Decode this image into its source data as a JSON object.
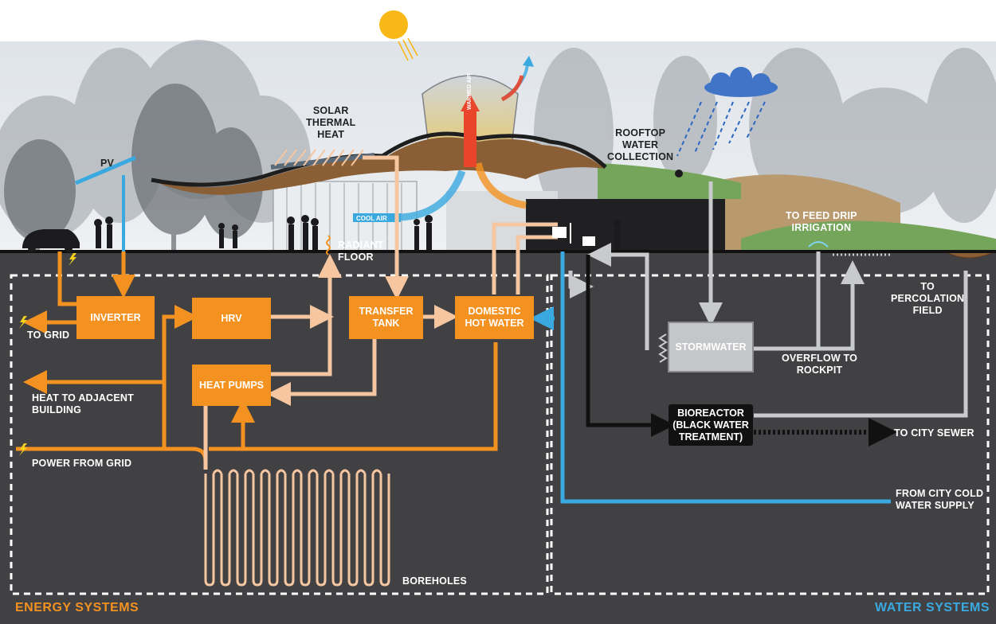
{
  "labels": {
    "pv": "PV",
    "solar_thermal": "SOLAR\nTHERMAL\nHEAT",
    "rooftop": "ROOFTOP\nWATER\nCOLLECTION",
    "cool_air": "COOL AIR",
    "warmed_air": "WARMED AIR",
    "radiant_floor": "RADIANT\nFLOOR",
    "drip": "TO FEED DRIP\nIRRIGATION",
    "percolation": "TO\nPERCOLATION\nFIELD",
    "to_grid": "TO GRID",
    "heat_adjacent": "HEAT TO ADJACENT\nBUILDING",
    "power_grid": "POWER FROM GRID",
    "boreholes": "BOREHOLES",
    "overflow": "OVERFLOW TO\nROCKPIT",
    "city_sewer": "TO CITY SEWER",
    "city_cold": "FROM CITY COLD\nWATER SUPPLY"
  },
  "boxes": {
    "inverter": "INVERTER",
    "hrv": "HRV",
    "transfer": "TRANSFER\nTANK",
    "dhw": "DOMESTIC\nHOT WATER",
    "heat_pumps": "HEAT PUMPS",
    "stormwater": "STORMWATER",
    "bioreactor": "BIOREACTOR\n(BLACK WATER\nTREATMENT)"
  },
  "sections": {
    "energy": "ENERGY SYSTEMS",
    "water": "WATER SYSTEMS"
  },
  "colors": {
    "energy": "#f39221",
    "water": "#3aa9e0",
    "ground": "#414144",
    "pipe_light": "#f6c6a1",
    "grey_pipe": "#c9cacc"
  }
}
